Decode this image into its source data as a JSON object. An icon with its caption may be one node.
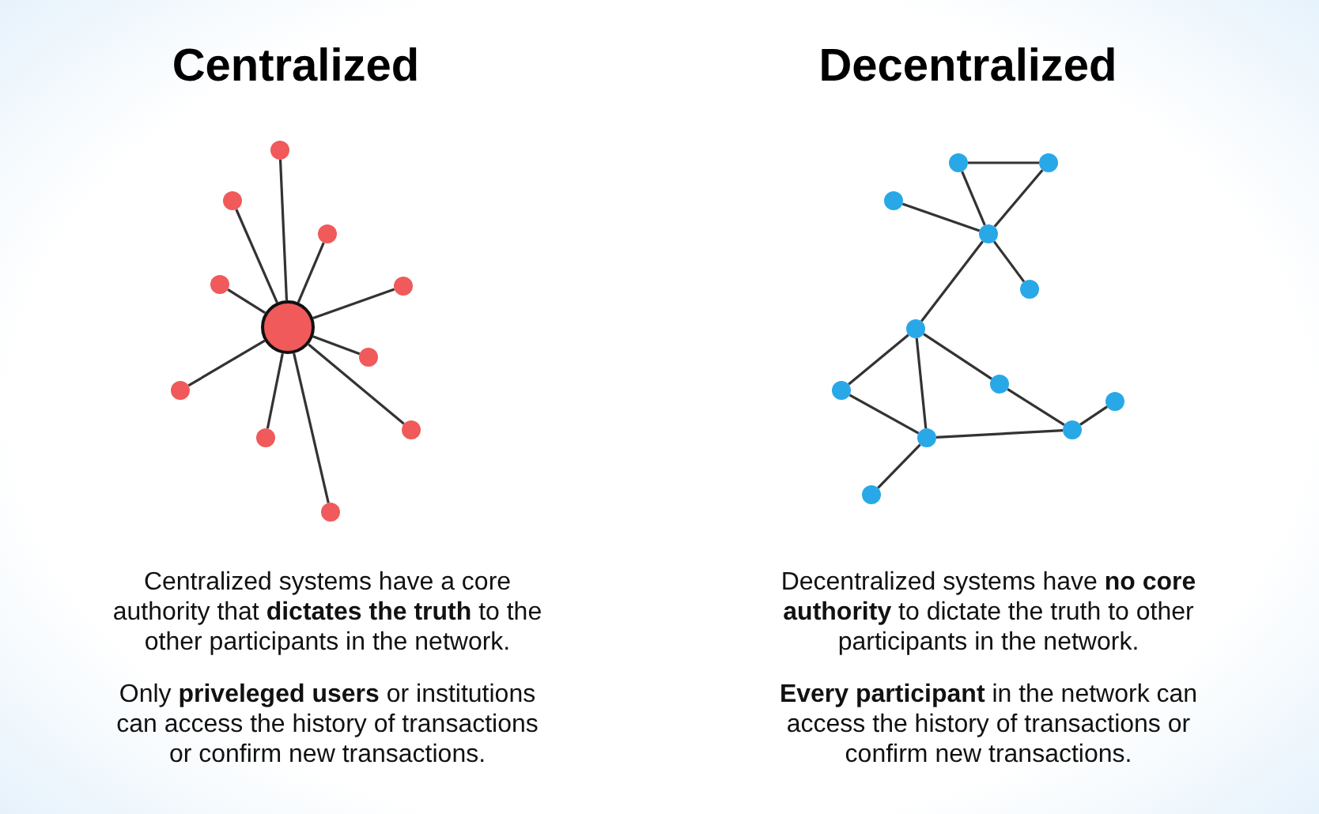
{
  "diagram": {
    "nodes": [
      {
        "text": [],
        "shape": "circle"
      },
      {
        "text": [],
        "shape": "circle"
      },
      {
        "text": [],
        "shape": "circle"
      },
      {
        "text": [],
        "shape": "circle"
      },
      {
        "text": [],
        "shape": "circle"
      },
      {
        "text": [],
        "shape": "circle"
      },
      {
        "text": [],
        "shape": "circle"
      },
      {
        "text": [],
        "shape": "circle"
      },
      {
        "text": [],
        "shape": "circle"
      },
      {
        "text": [],
        "shape": "circle"
      },
      {
        "text": [],
        "shape": "circle"
      },
      {
        "text": [],
        "shape": "circle"
      },
      {
        "text": [],
        "shape": "circle"
      },
      {
        "text": [],
        "shape": "circle"
      },
      {
        "text": [],
        "shape": "circle"
      },
      {
        "text": [],
        "shape": "circle"
      },
      {
        "text": [],
        "shape": "circle"
      },
      {
        "text": [],
        "shape": "circle"
      },
      {
        "text": [],
        "shape": "circle"
      },
      {
        "text": [],
        "shape": "circle"
      },
      {
        "text": [],
        "shape": "circle"
      },
      {
        "text": [],
        "shape": "circle"
      },
      {
        "text": [],
        "shape": "circle"
      }
    ],
    "edges": [
      {
        "from": 5,
        "to": 0,
        "arrow": "none"
      },
      {
        "from": 5,
        "to": 1,
        "arrow": "none"
      },
      {
        "from": 5,
        "to": 2,
        "arrow": "none"
      },
      {
        "from": 5,
        "to": 3,
        "arrow": "none"
      },
      {
        "from": 5,
        "to": 4,
        "arrow": "none"
      },
      {
        "from": 5,
        "to": 6,
        "arrow": "none"
      },
      {
        "from": 5,
        "to": 7,
        "arrow": "none"
      },
      {
        "from": 5,
        "to": 8,
        "arrow": "none"
      },
      {
        "from": 5,
        "to": 9,
        "arrow": "none"
      },
      {
        "from": 5,
        "to": 10,
        "arrow": "none"
      },
      {
        "from": 11,
        "to": 12,
        "arrow": "none"
      },
      {
        "from": 11,
        "to": 14,
        "arrow": "none"
      },
      {
        "from": 12,
        "to": 14,
        "arrow": "none"
      },
      {
        "from": 13,
        "to": 14,
        "arrow": "none"
      },
      {
        "from": 14,
        "to": 15,
        "arrow": "none"
      },
      {
        "from": 14,
        "to": 16,
        "arrow": "none"
      },
      {
        "from": 16,
        "to": 18,
        "arrow": "none"
      },
      {
        "from": 16,
        "to": 21,
        "arrow": "none"
      },
      {
        "from": 16,
        "to": 17,
        "arrow": "none"
      },
      {
        "from": 18,
        "to": 21,
        "arrow": "none"
      },
      {
        "from": 17,
        "to": 20,
        "arrow": "none"
      },
      {
        "from": 21,
        "to": 20,
        "arrow": "none"
      },
      {
        "from": 20,
        "to": 19,
        "arrow": "none"
      },
      {
        "from": 21,
        "to": 22,
        "arrow": "none"
      }
    ],
    "labels": [
      "Centralized",
      "Decentralized",
      "Centralized systems have a core authority that **dictates the truth** to the other participants in the network.",
      "Decentralized systems have **no core authority** to dictate the truth to other participants in the network.",
      "Only **priveleged users** or institutions can access the history of transactions or confirm new transactions.",
      "**Every participant** in the network can access the history of transactions or confirm new transactions."
    ]
  }
}
